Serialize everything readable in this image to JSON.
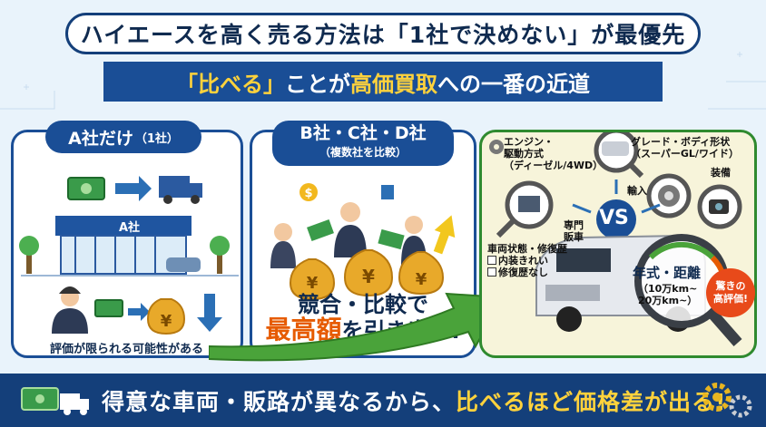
{
  "title": "ハイエースを高く売る方法は「1社で決めない」が最優先",
  "subtitle": {
    "q1": "「比べる」",
    "mid": "ことが",
    "hl": "高価買取",
    "end": "への一番の近道"
  },
  "panel_a": {
    "header_main": "A社だけ",
    "header_small": "（1社）",
    "store_sign": "A社",
    "caption": "評価が限られる可能性がある"
  },
  "panel_b": {
    "header_main": "B社・C社・D社",
    "header_small": "（複数社を比較）",
    "big_line1": "競合・比較で",
    "big_hl": "最高額",
    "big_end": "を引き出す!"
  },
  "panel_c": {
    "engine": "エンジン・\n駆動方式\n（ディーゼル/4WD）",
    "grade": "グレード・ボディ形状\n（スーパーGL/ワイド）",
    "equipment": "装備",
    "import": "輸入",
    "specialist": "専門\n販車",
    "vs": "VS",
    "condition_title": "車両状態・修復歴",
    "condition_items": [
      "内装きれい",
      "修復歴なし"
    ],
    "year_mileage": "年式・距離",
    "mileage_range": "（10万km~\n20万km~）",
    "burst": "驚きの\n高評価!"
  },
  "bottom": {
    "main": "得意な車両・販路が異なるから、",
    "hl": "比べるほど価格差が出る!"
  },
  "colors": {
    "navy": "#143f7a",
    "accent": "#ffd23c",
    "orange": "#e65b00",
    "green": "#2f8a2f"
  }
}
